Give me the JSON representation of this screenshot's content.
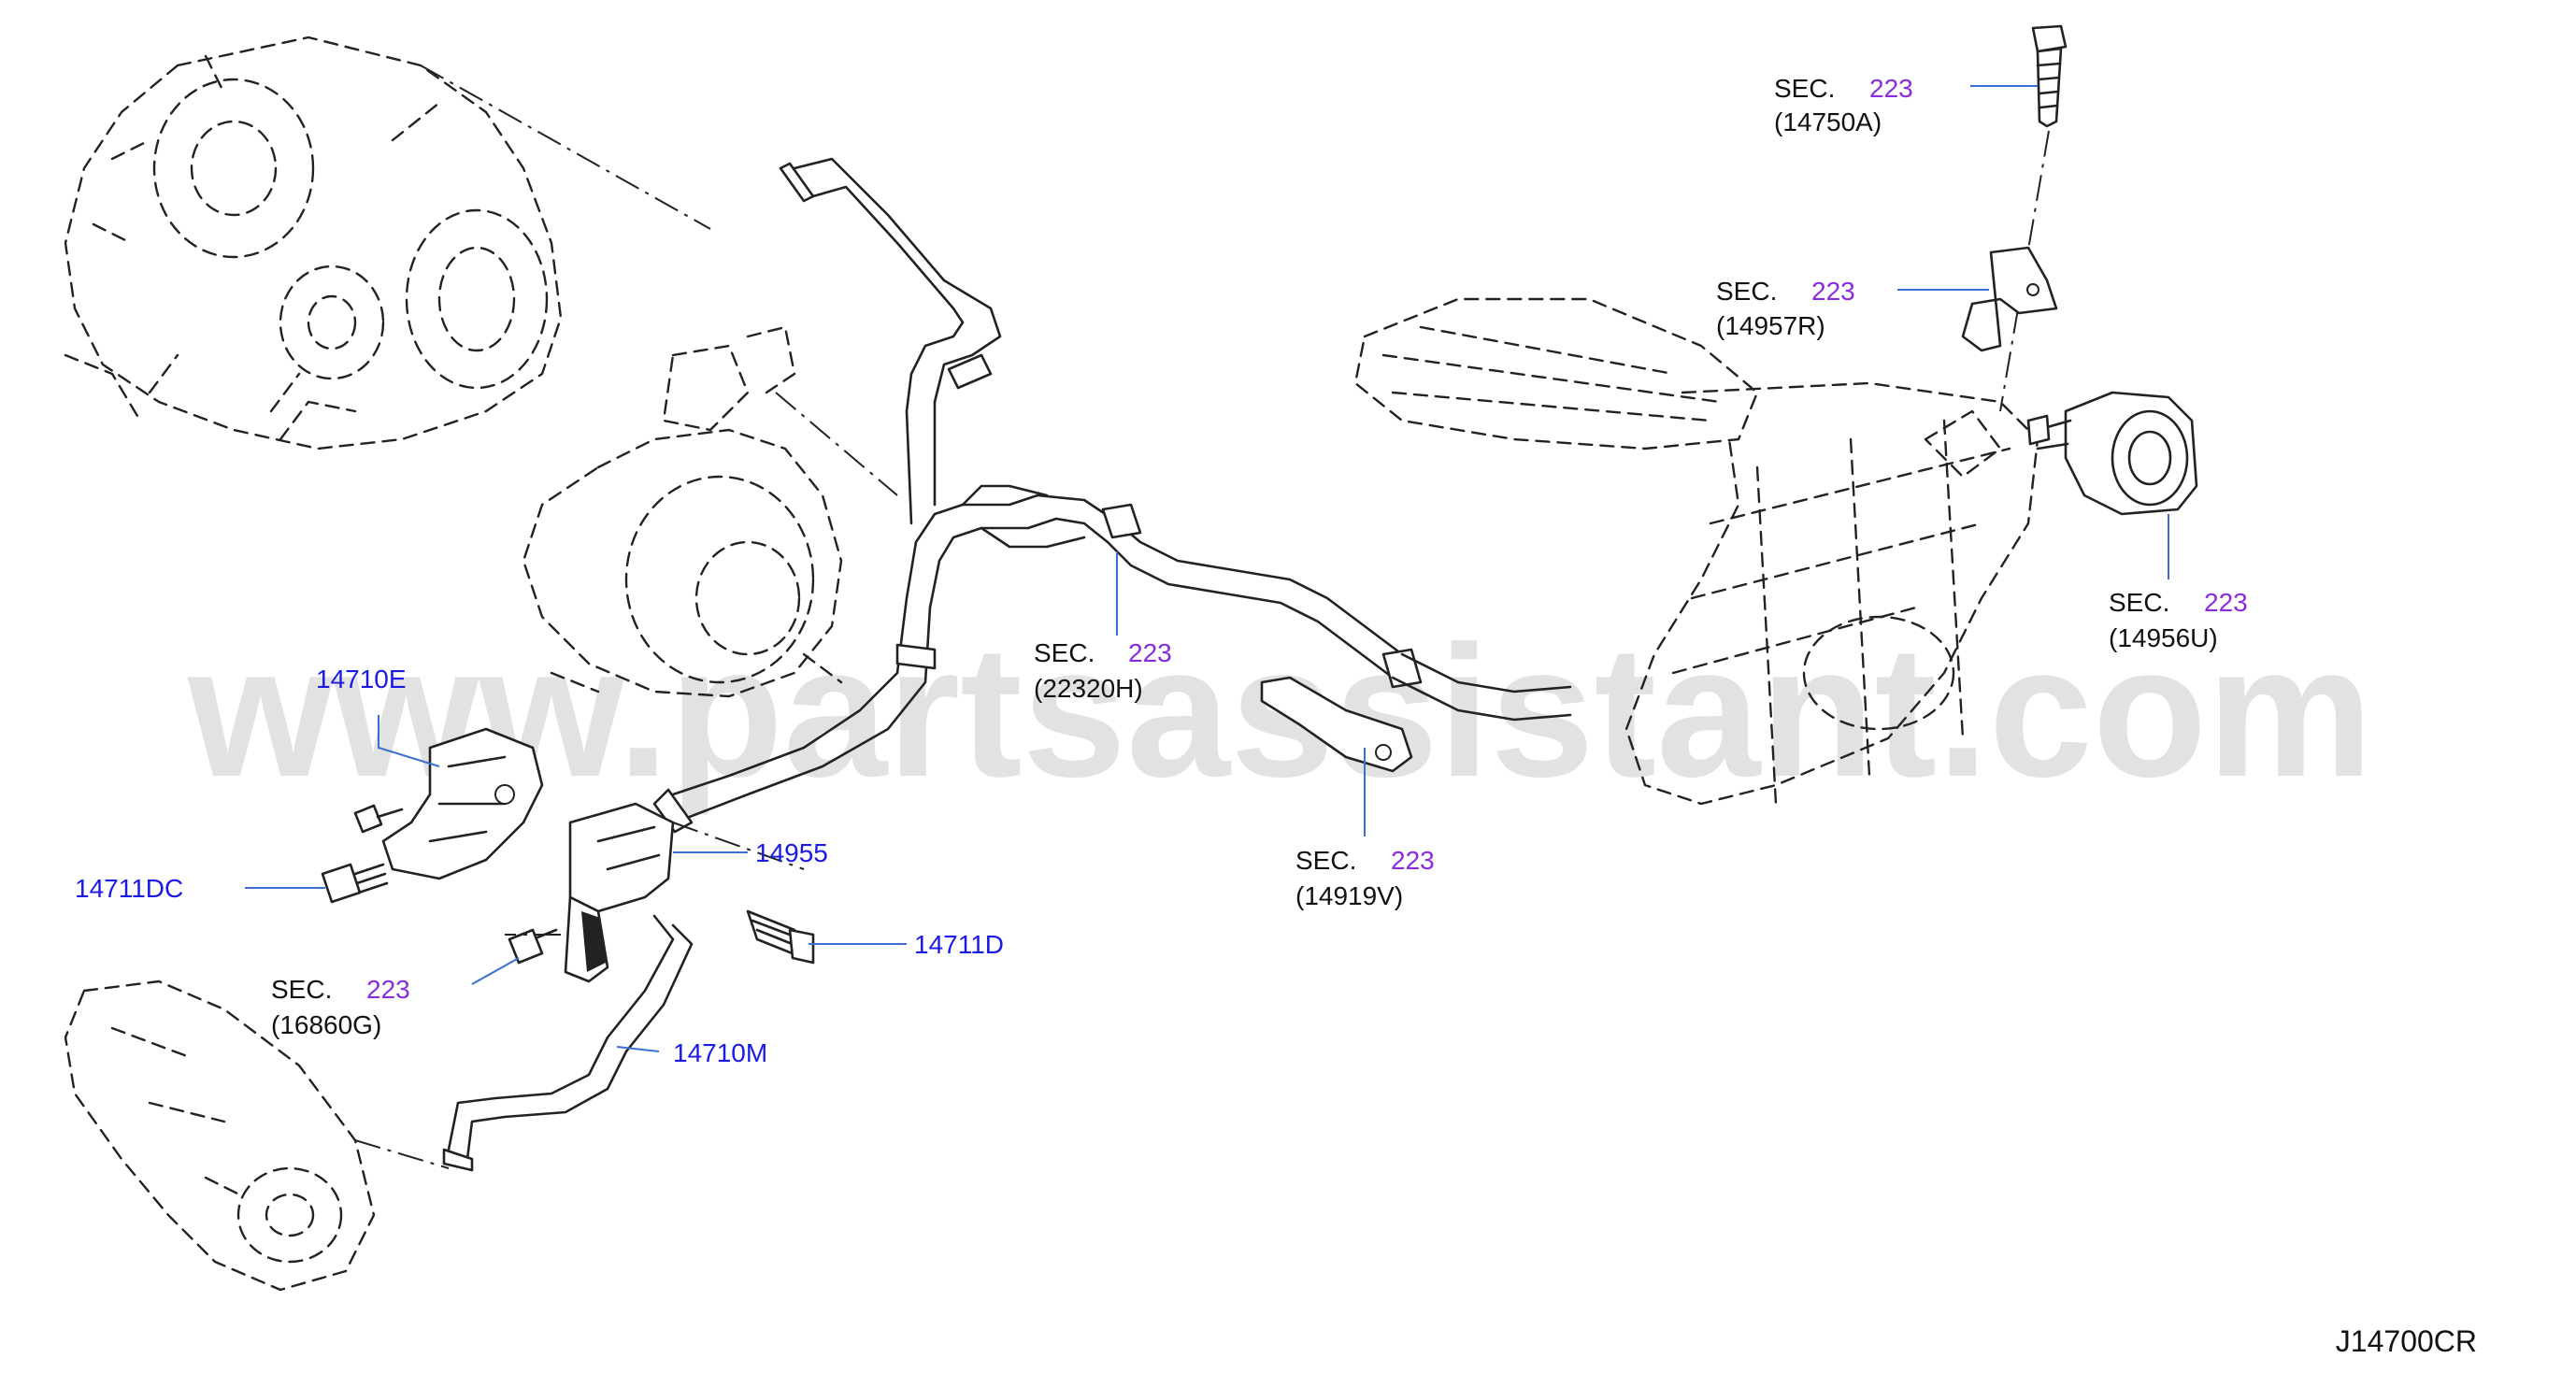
{
  "diagram_id": "J14700CR",
  "watermark": "www.partsassistant.com",
  "colors": {
    "part_number": "#1a1ae6",
    "section_number": "#8a2be2",
    "text": "#111111",
    "leader": "#3b6fd1"
  },
  "callouts": {
    "p14710E": "14710E",
    "p14711DC": "14711DC",
    "p14955": "14955",
    "p14711D": "14711D",
    "p14710M": "14710M"
  },
  "sections": {
    "s14750A": {
      "prefix": "SEC.",
      "number": "223",
      "part": "(14750A)"
    },
    "s14957R": {
      "prefix": "SEC.",
      "number": "223",
      "part": "(14957R)"
    },
    "s14956U": {
      "prefix": "SEC.",
      "number": "223",
      "part": "(14956U)"
    },
    "s22320H": {
      "prefix": "SEC.",
      "number": "223",
      "part": "(22320H)"
    },
    "s14919V": {
      "prefix": "SEC.",
      "number": "223",
      "part": "(14919V)"
    },
    "s16860G": {
      "prefix": "SEC.",
      "number": "223",
      "part": "(16860G)"
    }
  }
}
